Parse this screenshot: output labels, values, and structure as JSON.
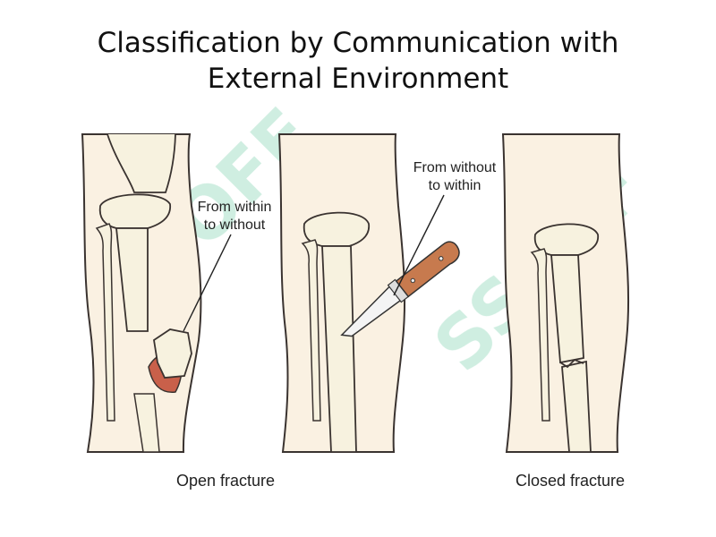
{
  "title": {
    "line1": "Classification by Communication with",
    "line2": "External Environment"
  },
  "panels": {
    "open": {
      "caption": "Open fracture",
      "annotation": [
        "From within",
        "to without"
      ]
    },
    "knife": {
      "annotation": [
        "From without",
        "to within"
      ]
    },
    "closed": {
      "caption": "Closed fracture"
    }
  },
  "watermark": {
    "text": "SSOFF",
    "color": "#a8e0c8"
  },
  "colors": {
    "skin": "#faf1e2",
    "outline": "#3a3330",
    "bone": "#f7f2df",
    "wound": "#c9604a",
    "knife_handle": "#c77a4e"
  }
}
